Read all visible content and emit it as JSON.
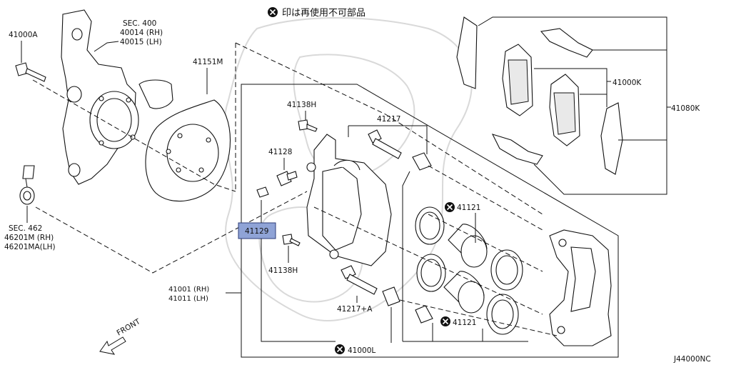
{
  "diagram": {
    "notice": "印は再使用不可部品",
    "diagram_code": "J44000NC",
    "front_label": "FRONT",
    "labels": {
      "knuckle_sec": "SEC. 400",
      "knuckle_rh": "40014 (RH)",
      "knuckle_lh": "40015 (LH)",
      "bolt": "41000A",
      "hose_sec": "SEC. 462",
      "hose_rh": "46201M (RH)",
      "hose_lh": "46201MA(LH)",
      "dust_shield": "41151M",
      "bleeder_top": "41138H",
      "bleeder_bottom": "41138H",
      "bleeder_screw": "41128",
      "cap_selected": "41129",
      "pin_top": "41217",
      "pin_bottom": "41217+A",
      "seal_kit_top": "41121",
      "seal_kit_bottom": "41121",
      "caliper_rh": "41001 (RH)",
      "caliper_lh": "41011 (LH)",
      "repair_kit": "41000L",
      "pad_kit": "41000K",
      "pad_set": "41080K"
    },
    "highlight_color": "#8fa3d6"
  }
}
